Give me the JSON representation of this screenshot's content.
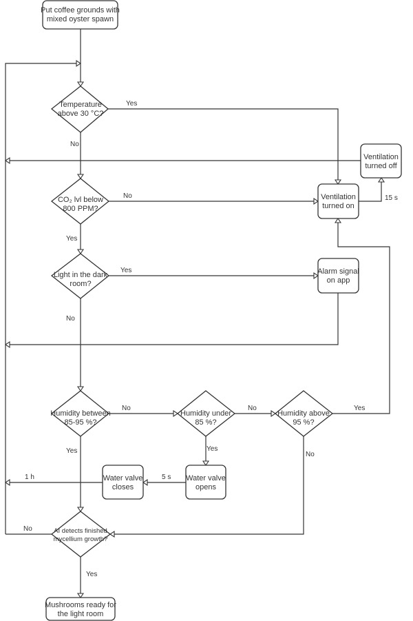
{
  "diagram": {
    "type": "flowchart",
    "nodes": {
      "start": {
        "kind": "process",
        "lines": [
          "Put coffee grounds with",
          "mixed oyster spawn"
        ]
      },
      "temp": {
        "kind": "decision",
        "lines": [
          "Temperature",
          "above 30 °C?"
        ]
      },
      "co2": {
        "kind": "decision",
        "lines": [
          "CO₂ lvl below",
          "800 PPM?"
        ]
      },
      "light": {
        "kind": "decision",
        "lines": [
          "Light in the dark",
          "room?"
        ]
      },
      "hum_between": {
        "kind": "decision",
        "lines": [
          "Humidity between",
          "85-95 %?"
        ]
      },
      "hum_under": {
        "kind": "decision",
        "lines": [
          "Humidity under",
          "85 %?"
        ]
      },
      "hum_above": {
        "kind": "decision",
        "lines": [
          "Humidity above",
          "95 %?"
        ]
      },
      "vent_on": {
        "kind": "process",
        "lines": [
          "Ventilation",
          "turned on"
        ]
      },
      "vent_off": {
        "kind": "process",
        "lines": [
          "Ventilation",
          "turned off"
        ]
      },
      "alarm": {
        "kind": "process",
        "lines": [
          "Alarm signal",
          "on app"
        ]
      },
      "valve_opens": {
        "kind": "process",
        "lines": [
          "Water valve",
          "opens"
        ]
      },
      "valve_closes": {
        "kind": "process",
        "lines": [
          "Water valve",
          "closes"
        ]
      },
      "ai": {
        "kind": "decision",
        "lines": [
          "AI detects finished",
          "mycellium growth?"
        ]
      },
      "end": {
        "kind": "process",
        "lines": [
          "Mushrooms ready for",
          "the light room"
        ]
      }
    },
    "edges": {
      "start_to_temp": {
        "from": "start",
        "to": "temp",
        "label": ""
      },
      "temp_yes": {
        "from": "temp",
        "to": "vent_on",
        "label": "Yes"
      },
      "temp_no": {
        "from": "temp",
        "to": "co2",
        "label": "No"
      },
      "co2_no": {
        "from": "co2",
        "to": "vent_on",
        "label": "No"
      },
      "co2_yes": {
        "from": "co2",
        "to": "light",
        "label": "Yes"
      },
      "vent_on_to_off": {
        "from": "vent_on",
        "to": "vent_off",
        "label": "15 s"
      },
      "vent_off_loop": {
        "from": "vent_off",
        "to": "loop",
        "label": ""
      },
      "light_yes": {
        "from": "light",
        "to": "alarm",
        "label": "Yes"
      },
      "light_no": {
        "from": "light",
        "to": "hum_between",
        "label": "No"
      },
      "alarm_loop": {
        "from": "alarm",
        "to": "loop",
        "label": ""
      },
      "hum_between_no": {
        "from": "hum_between",
        "to": "hum_under",
        "label": "No"
      },
      "hum_between_yes": {
        "from": "hum_between",
        "to": "ai",
        "label": "Yes"
      },
      "hum_under_no": {
        "from": "hum_under",
        "to": "hum_above",
        "label": "No"
      },
      "hum_under_yes": {
        "from": "hum_under",
        "to": "valve_opens",
        "label": "Yes"
      },
      "hum_above_yes": {
        "from": "hum_above",
        "to": "vent_on",
        "label": "Yes"
      },
      "hum_above_no": {
        "from": "hum_above",
        "to": "ai",
        "label": "No"
      },
      "valve_open_to_close": {
        "from": "valve_opens",
        "to": "valve_closes",
        "label": "5 s"
      },
      "valve_close_loop": {
        "from": "valve_closes",
        "to": "loop",
        "label": "1 h"
      },
      "ai_no": {
        "from": "ai",
        "to": "loop",
        "label": "No"
      },
      "ai_yes": {
        "from": "ai",
        "to": "end",
        "label": "Yes"
      },
      "loop_to_temp": {
        "from": "loop",
        "to": "temp",
        "label": ""
      }
    }
  }
}
